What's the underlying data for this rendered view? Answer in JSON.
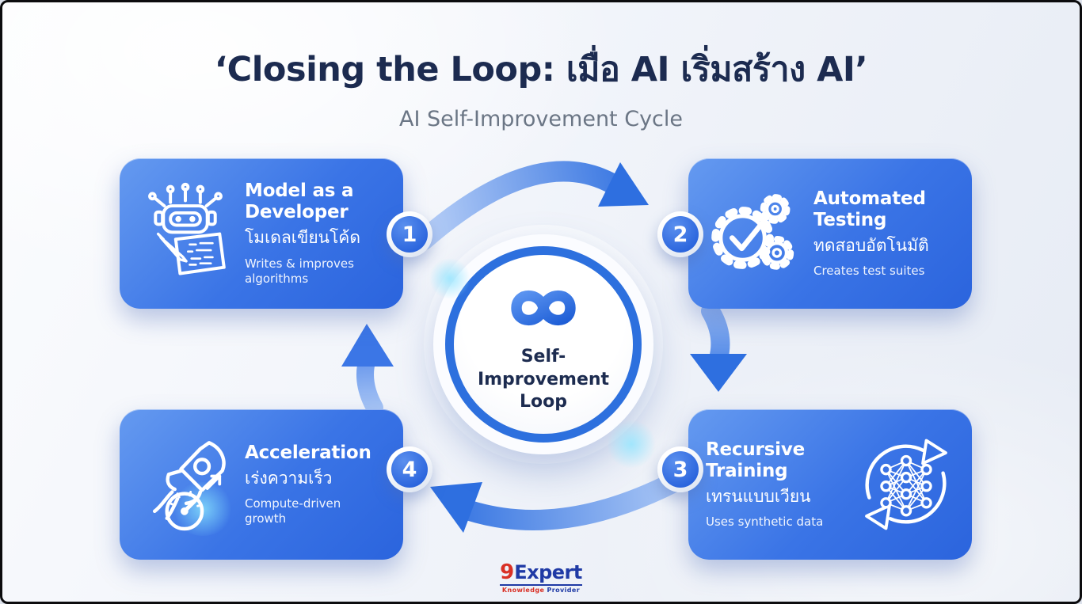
{
  "header": {
    "title": "‘Closing the Loop: เมื่อ AI เริ่มสร้าง AI’",
    "subtitle": "AI Self-Improvement Cycle"
  },
  "center": {
    "label": "Self-Improvement Loop",
    "icon": "infinity-icon"
  },
  "cards": [
    {
      "number": "1",
      "title": "Model as a Developer",
      "title_th": "โมเดลเขียนโค้ด",
      "description": "Writes & improves algorithms",
      "icon": "robot-coding-icon"
    },
    {
      "number": "2",
      "title": "Automated Testing",
      "title_th": "ทดสอบอัตโนมัติ",
      "description": "Creates test suites",
      "icon": "gears-checkmark-icon"
    },
    {
      "number": "3",
      "title": "Recursive Training",
      "title_th": "เทรนแบบเวียน",
      "description": "Uses synthetic data",
      "icon": "neural-network-refresh-icon"
    },
    {
      "number": "4",
      "title": "Acceleration",
      "title_th": "เร่งความเร็ว",
      "description": "Compute-driven growth",
      "icon": "rocket-speedometer-icon"
    }
  ],
  "footer": {
    "logo_prefix": "9",
    "logo_name": "Expert",
    "tagline_1": "Knowledge",
    "tagline_2": "Provider"
  },
  "colors": {
    "title_navy": "#1c2b50",
    "subtitle_gray": "#6b7685",
    "card_gradient_start": "#659af0",
    "card_gradient_end": "#2b64dd",
    "accent_blue": "#2e6fe0",
    "ring_blue": "#2d70de",
    "background": "#eef1f8",
    "logo_red": "#d93025",
    "logo_blue": "#1f3aa5"
  }
}
